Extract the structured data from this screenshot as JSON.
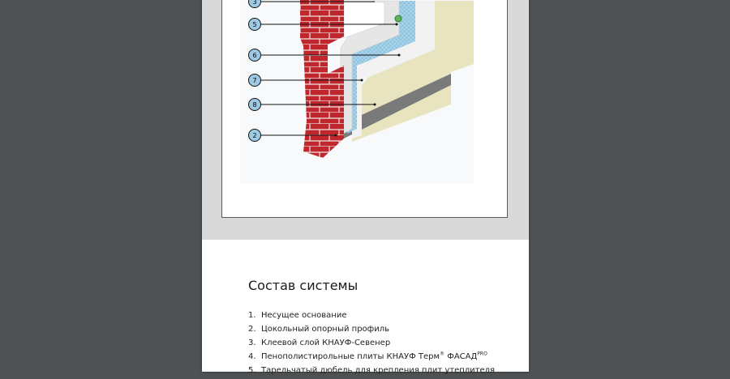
{
  "figure": {
    "callouts": [
      {
        "label": "3"
      },
      {
        "label": "5"
      },
      {
        "label": "6"
      },
      {
        "label": "7"
      },
      {
        "label": "8"
      },
      {
        "label": "2"
      }
    ]
  },
  "section": {
    "title": "Состав системы",
    "items": [
      {
        "num": "1.",
        "text": "Несущее основание",
        "sup": ""
      },
      {
        "num": "2.",
        "text": "Цокольный опорный профиль",
        "sup": ""
      },
      {
        "num": "3.",
        "text": "Клеевой слой КНАУФ-Севенер",
        "sup": ""
      },
      {
        "num": "4.",
        "text": "Пенополистирольные плиты КНАУФ Терм",
        "sup": "®",
        "text2": " ФАСАД",
        "sup2": "PRO"
      },
      {
        "num": "5.",
        "text": "Тарельчатый дюбель для крепления плит утеплителя",
        "sup": ""
      }
    ]
  },
  "colors": {
    "viewer_bg": "#4f5254",
    "page_gray": "#d9d9d9",
    "brick": "#c0272d",
    "plaster": "#e8e4c0",
    "mesh_blue": "#a9d4ec",
    "callout_fill": "#9ec9e3",
    "base_profile": "#7a7a7a"
  }
}
